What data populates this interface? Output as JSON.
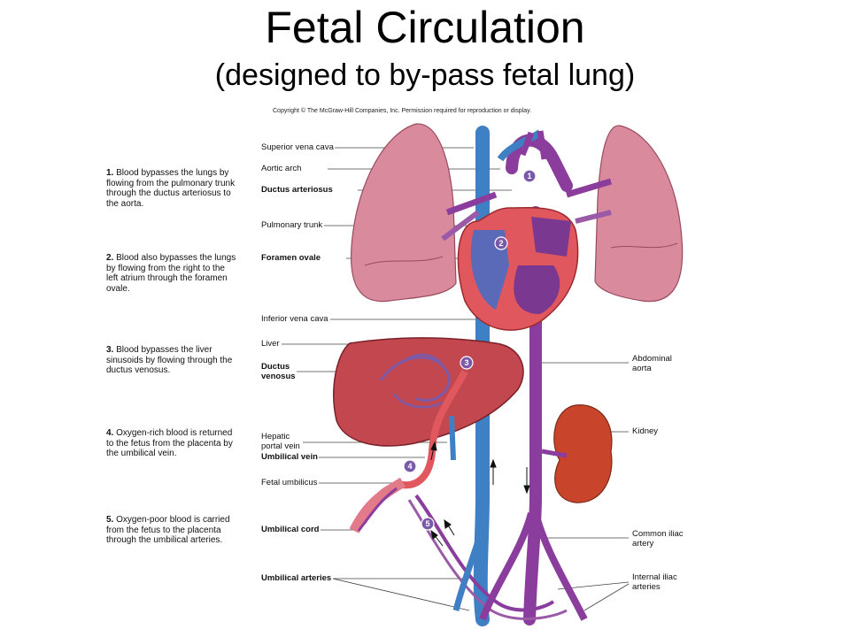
{
  "title": "Fetal Circulation",
  "subtitle": "(designed to by-pass fetal lung)",
  "copyright": "Copyright © The McGraw-Hill Companies, Inc. Permission required for reproduction or display.",
  "steps": [
    {
      "num": "1.",
      "text": "Blood bypasses the lungs by flowing from the pulmonary trunk through the ductus arteriosus to the aorta."
    },
    {
      "num": "2.",
      "text": "Blood also bypasses the lungs by flowing from the right to the left atrium through the foramen ovale."
    },
    {
      "num": "3.",
      "text": "Blood bypasses the liver sinusoids by flowing through the ductus venosus."
    },
    {
      "num": "4.",
      "text": "Oxygen-rich blood is returned to the fetus from the placenta by the umbilical vein."
    },
    {
      "num": "5.",
      "text": "Oxygen-poor blood is carried from the fetus to the placenta through the umbilical arteries."
    }
  ],
  "labels_left": [
    {
      "text": "Superior vena cava",
      "bold": false
    },
    {
      "text": "Aortic arch",
      "bold": false
    },
    {
      "text": "Ductus arteriosus",
      "bold": true
    },
    {
      "text": "Pulmonary trunk",
      "bold": false
    },
    {
      "text": "Foramen ovale",
      "bold": true
    },
    {
      "text": "Inferior vena cava",
      "bold": false
    },
    {
      "text": "Liver",
      "bold": false
    },
    {
      "text": "Ductus",
      "bold": true
    },
    {
      "text": "venosus",
      "bold": true
    },
    {
      "text": "Hepatic",
      "bold": false
    },
    {
      "text": "portal vein",
      "bold": false
    },
    {
      "text": "Umbilical vein",
      "bold": true
    },
    {
      "text": "Fetal umbilicus",
      "bold": false
    },
    {
      "text": "Umbilical cord",
      "bold": true
    },
    {
      "text": "Umbilical arteries",
      "bold": true
    }
  ],
  "labels_right": [
    {
      "text": "Abdominal"
    },
    {
      "text": "aorta"
    },
    {
      "text": "Kidney"
    },
    {
      "text": "Common iliac"
    },
    {
      "text": "artery"
    },
    {
      "text": "Internal iliac"
    },
    {
      "text": "arteries"
    }
  ],
  "markers": [
    "1",
    "2",
    "3",
    "4",
    "5"
  ],
  "colors": {
    "vein_blue": "#3f7fc4",
    "artery_purple": "#8a3d9c",
    "oxy_red": "#e0585e",
    "lung_pink": "#d98a9c",
    "liver_red": "#c2474e",
    "kidney": "#c8452c",
    "marker": "#7a5aa8"
  }
}
